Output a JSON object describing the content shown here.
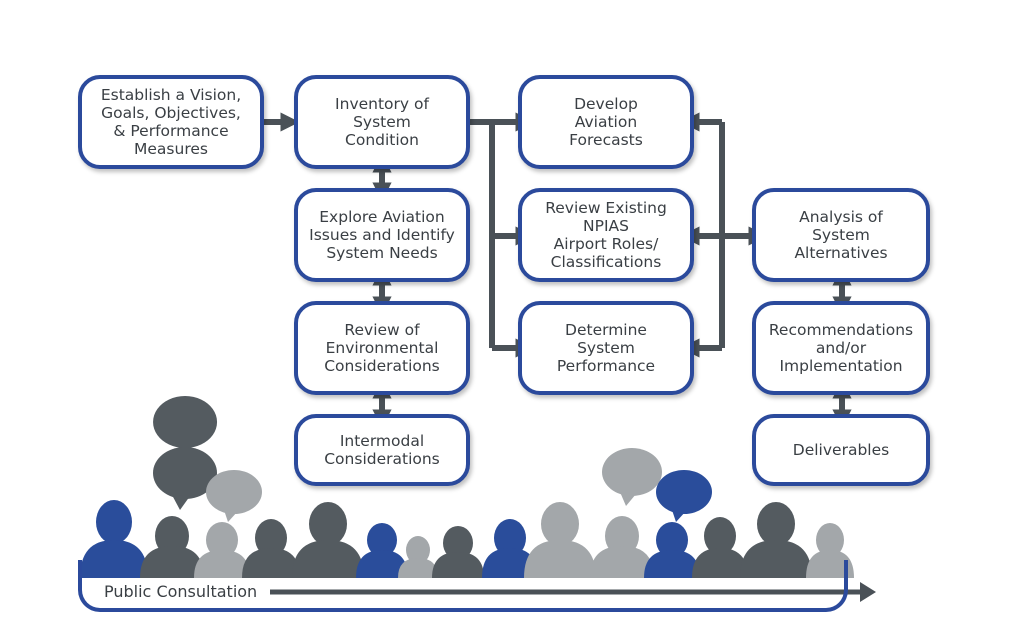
{
  "boxes": {
    "vision": "Establish a Vision,\nGoals, Objectives,\n& Performance\nMeasures",
    "inventory": "Inventory of\nSystem\nCondition",
    "explore": "Explore Aviation\nIssues and Identify\nSystem Needs",
    "environmental": "Review of\nEnvironmental\nConsiderations",
    "intermodal": "Intermodal\nConsiderations",
    "forecasts": "Develop\nAviation\nForecasts",
    "roles": "Review Existing\nNPIAS\nAirport Roles/\nClassifications",
    "performance": "Determine\nSystem\nPerformance",
    "alternatives": "Analysis of\nSystem\nAlternatives",
    "recommendations": "Recommendations\nand/or\nImplementation",
    "deliverables": "Deliverables"
  },
  "public_label": "Public Consultation",
  "colors": {
    "border": "#2b4a9c",
    "arrow": "#4a5157",
    "people_blue": "#2a4d9b",
    "people_dark": "#545b60",
    "people_light": "#a3a7aa"
  }
}
